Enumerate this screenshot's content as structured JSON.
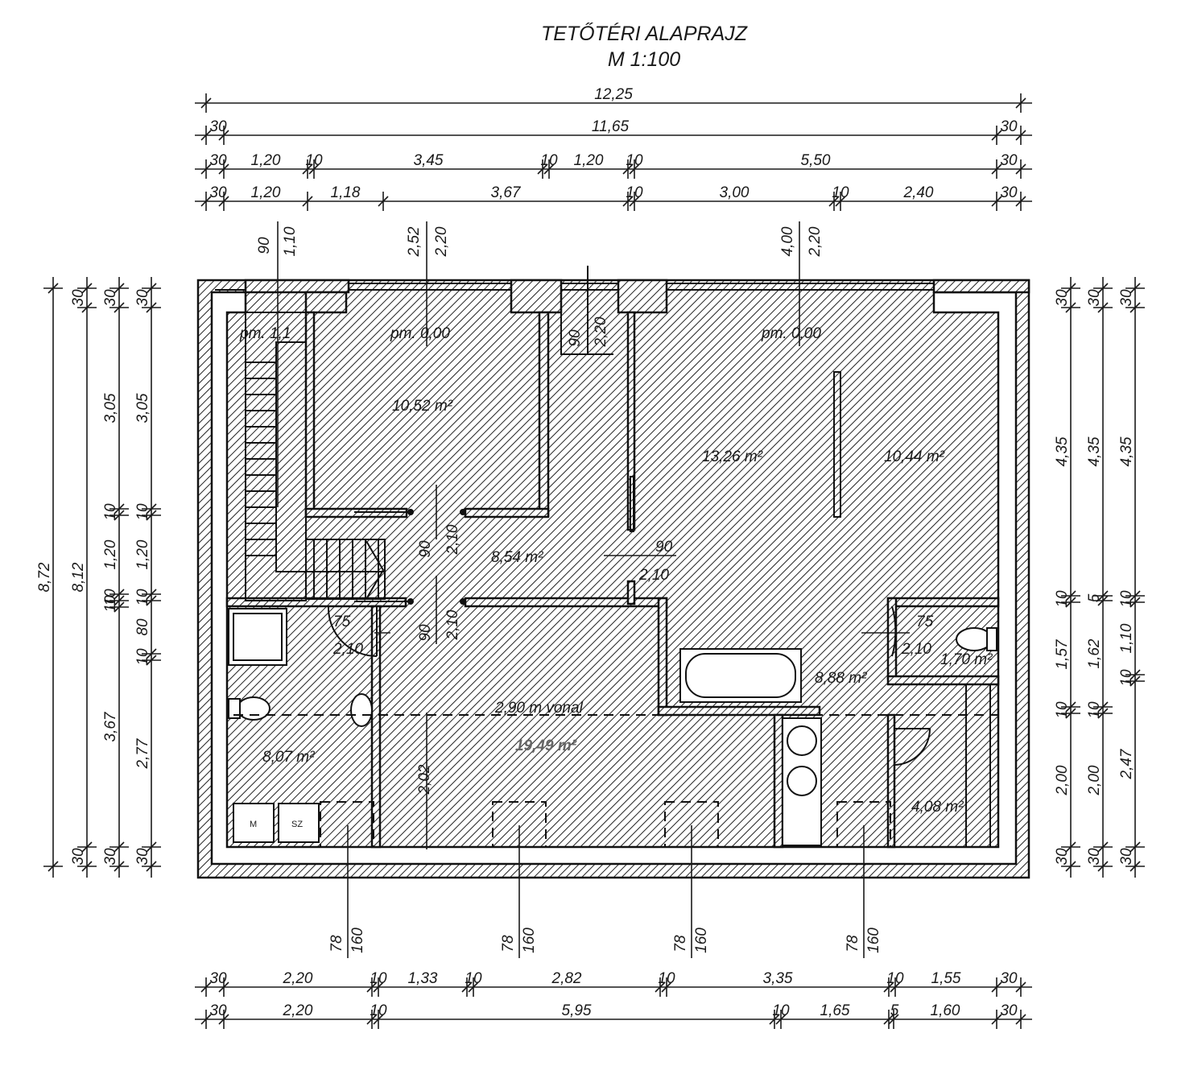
{
  "title": "TETŐTÉRI ALAPRAJZ",
  "scale": "M 1:100",
  "rooms": [
    {
      "id": "room-stair",
      "area": "",
      "level": "pm. 1,1"
    },
    {
      "id": "room-nw",
      "area": "10,52 m²",
      "level": "pm. 0,00"
    },
    {
      "id": "room-ne-a",
      "area": "13,26 m²",
      "level": "pm. 0,00"
    },
    {
      "id": "room-ne-b",
      "area": "10,44 m²",
      "level": ""
    },
    {
      "id": "room-hall",
      "area": "8,54 m²",
      "level": ""
    },
    {
      "id": "room-bath-w",
      "area": "8,07 m²",
      "level": ""
    },
    {
      "id": "room-main",
      "area": "19,49 m²",
      "level": ""
    },
    {
      "id": "room-bath-e",
      "area": "8,88 m²",
      "level": ""
    },
    {
      "id": "room-wc",
      "area": "1,70 m²",
      "level": ""
    },
    {
      "id": "room-store",
      "area": "4,08 m²",
      "level": ""
    }
  ],
  "annotations": {
    "ridge_line": "2,90 m vonal",
    "washer": "M",
    "dryer": "SZ"
  },
  "top_dimensions": {
    "row1": [
      "12,25"
    ],
    "row2": [
      "30",
      "11,65",
      "30"
    ],
    "row3": [
      "30",
      "1,20",
      "10",
      "3,45",
      "10",
      "1,20",
      "10",
      "5,50",
      "30"
    ],
    "row4": [
      "30",
      "1,20",
      "1,18",
      "3,67",
      "10",
      "3,00",
      "10",
      "2,40",
      "30"
    ]
  },
  "bottom_dimensions": {
    "row1": [
      "30",
      "2,20",
      "10",
      "1,33",
      "10",
      "2,82",
      "10",
      "3,35",
      "10",
      "1,55",
      "30"
    ],
    "row2": [
      "30",
      "2,20",
      "10",
      "5,95",
      "10",
      "1,65",
      "5",
      "1,60",
      "30"
    ]
  },
  "left_dimensions": {
    "col1": [
      "8,72"
    ],
    "col2": [
      "30",
      "8,12",
      "30"
    ],
    "col3": [
      "30",
      "3,05",
      "10",
      "1,20",
      "10",
      "10",
      "3,67",
      "30"
    ],
    "col4": [
      "30",
      "3,05",
      "10",
      "1,20",
      "10",
      "80",
      "10",
      "2,77",
      "30"
    ]
  },
  "right_dimensions": {
    "col1": [
      "30",
      "4,35",
      "10",
      "1,57",
      "10",
      "2,00",
      "30"
    ],
    "col2": [
      "30",
      "4,35",
      "5",
      "1,62",
      "10",
      "2,00",
      "30"
    ],
    "col3": [
      "30",
      "4,35",
      "10",
      "1,10",
      "10",
      "2,47",
      "30"
    ]
  },
  "opening_labels": {
    "win1": [
      "90",
      "1,10"
    ],
    "win2": [
      "2,52",
      "2,20"
    ],
    "win3": [
      "4,00",
      "2,20"
    ],
    "door_top": [
      "90",
      "2,20"
    ],
    "door_hall1": [
      "90",
      "2,10"
    ],
    "door_hall2": [
      "90",
      "2,10"
    ],
    "door_ne": [
      "90",
      "2,10"
    ],
    "door_bath_w": [
      "75",
      "2,10"
    ],
    "door_bath_e": [
      "75",
      "2,10"
    ],
    "height_main": "2,02",
    "roof_windows": [
      [
        "78",
        "160"
      ],
      [
        "78",
        "160"
      ],
      [
        "78",
        "160"
      ],
      [
        "78",
        "160"
      ]
    ]
  }
}
